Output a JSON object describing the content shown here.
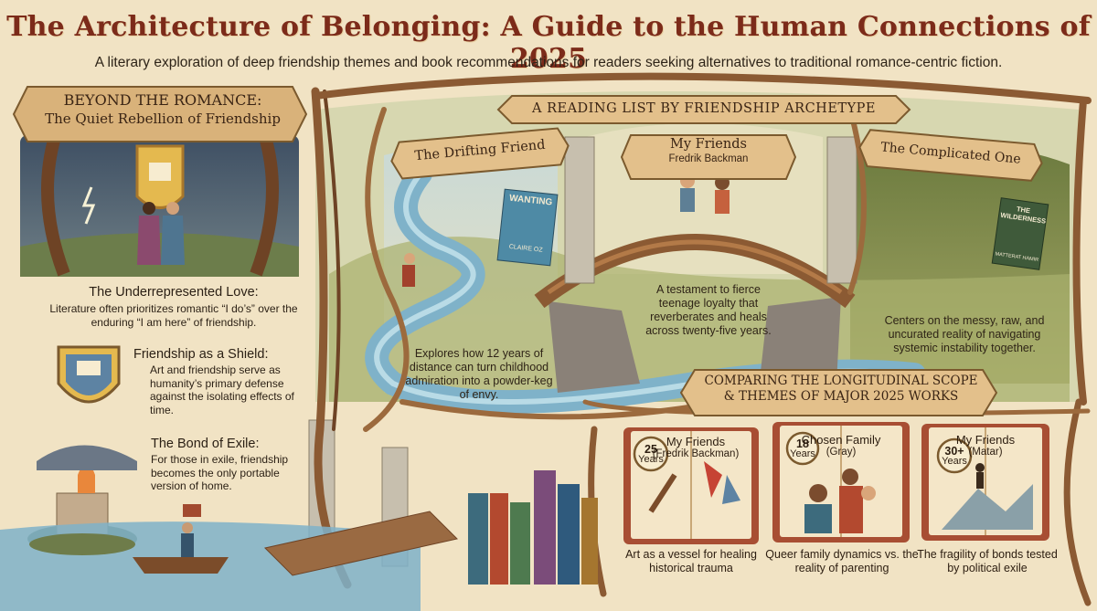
{
  "header": {
    "title": "The Architecture of Belonging: A Guide to the Human Connections of 2025",
    "subtitle": "A literary exploration of deep friendship themes and book recommendations for readers seeking alternatives to traditional romance-centric fiction."
  },
  "left_panel": {
    "banner_line1": "BEYOND THE ROMANCE:",
    "banner_line2": "The Quiet Rebellion of Friendship",
    "sections": [
      {
        "heading": "The Underrepresented Love:",
        "body": "Literature often prioritizes romantic “I do’s” over the enduring “I am here” of friendship."
      },
      {
        "heading": "Friendship as a Shield:",
        "body": "Art and friendship serve as humanity’s primary defense against the isolating effects of time."
      },
      {
        "heading": "The Bond of Exile:",
        "body": "For those in exile, friendship becomes the only portable version of home."
      }
    ]
  },
  "reading_list": {
    "banner": "A READING LIST BY FRIENDSHIP ARCHETYPE",
    "archetypes": [
      {
        "label": "The Drifting Friend",
        "book_cover_title": "WANTING",
        "book_cover_author": "CLAIRE OZ",
        "caption": "Explores how 12 years of distance can turn childhood admiration into a powder-keg of envy."
      },
      {
        "label": "My Friends",
        "author": "Fredrik Backman",
        "caption": "A testament to fierce teenage loyalty that reverberates and heals across twenty-five years."
      },
      {
        "label": "The Complicated One",
        "book_cover_title": "THE WILDERNESS",
        "book_cover_author": "MATTERAT HAMIR",
        "caption": "Centers on the messy, raw, and uncurated reality of navigating systemic instability together."
      }
    ]
  },
  "comparison": {
    "banner_line1": "COMPARING THE LONGITUDINAL SCOPE",
    "banner_line2": "& THEMES OF MAJOR 2025 WORKS",
    "books": [
      {
        "title": "My Friends",
        "sub": "(Fredrik Backman)",
        "years_num": "25",
        "years_word": "Years",
        "caption": "Art as a vessel for healing historical trauma"
      },
      {
        "title": "Chosen Family",
        "sub": "(Gray)",
        "years_num": "18",
        "years_word": "Years",
        "caption": "Queer family dynamics vs. the reality of parenting"
      },
      {
        "title": "My Friends",
        "sub": "(Matar)",
        "years_num": "30+",
        "years_word": "Years",
        "caption": "The fragility of bonds tested by political exile"
      }
    ]
  },
  "colors": {
    "parchment": "#f1e3c4",
    "title_red": "#7c2b1a",
    "vine_brown": "#8b5a33",
    "river_blue": "#7fb2c9",
    "banner_tan": "#d9b27a"
  }
}
